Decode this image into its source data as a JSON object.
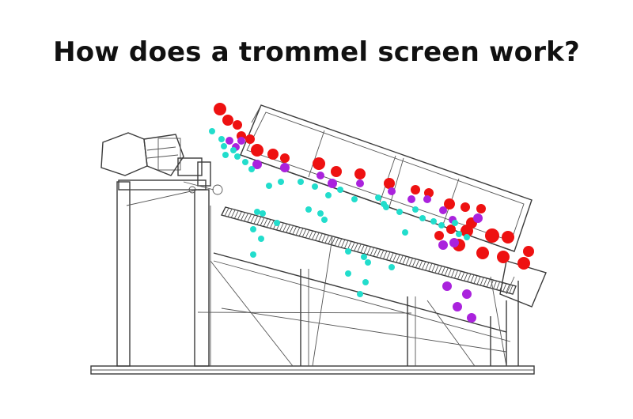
{
  "title": "How does a trommel screen work?",
  "colors": {
    "large": "#ee1111",
    "medium": "#aa22dd",
    "small": "#22ddcc",
    "lines": "#3a3a3a"
  },
  "particle_groups": [
    {
      "name": "large",
      "color": "#ee1111"
    },
    {
      "name": "medium",
      "color": "#aa22dd"
    },
    {
      "name": "small",
      "color": "#22ddcc"
    }
  ]
}
